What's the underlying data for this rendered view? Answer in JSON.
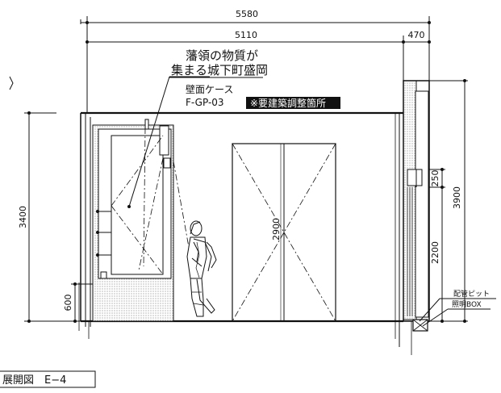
{
  "dimensions": {
    "overall": "5580",
    "main": "5110",
    "side": "470",
    "height_left": "3400",
    "height_right": "3900",
    "base_left": "600",
    "door": "2900",
    "lower_right": "2200",
    "upper_right": "250"
  },
  "annotation": {
    "line1": "藩領の物質が",
    "line2": "集まる城下町盛岡",
    "case_label": "壁面ケース",
    "case_code": "F-GP-03",
    "highlight": "※要建築調整箇所"
  },
  "side_notes": {
    "pit": "配管ピット",
    "lightbox": "照明BOX"
  },
  "title": "展開図　E−4",
  "colors": {
    "line": "#111111",
    "highlight_bg": "#111111",
    "hatch": "#9a9a9a"
  }
}
